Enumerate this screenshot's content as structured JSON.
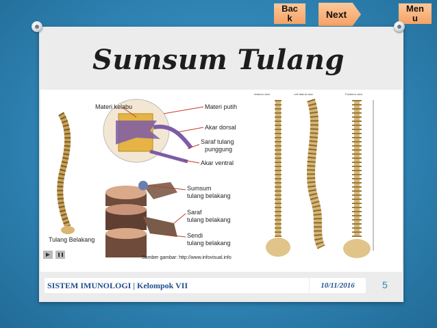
{
  "nav": {
    "back_label": "Back",
    "next_label": "Next",
    "menu_label": "Menu"
  },
  "slide": {
    "title": "Sumsum Tulang",
    "footer_text": "SISTEM IMUNOLOGI | Kelompok VII",
    "date": "10/11/2016",
    "page_number": "5"
  },
  "figure_left": {
    "labels": {
      "materi_kelabu": "Materi kelabu",
      "materi_putih": "Materi putih",
      "akar_dorsal": "Akar dorsal",
      "saraf_tulang": "Saraf tulang",
      "punggung": "punggung",
      "akar_ventral": "Akar ventral",
      "sumsum": "Sumsum",
      "tulang_belakang_1": "tulang belakang",
      "saraf": "Saraf",
      "tulang_belakang_2": "tulang belakang",
      "sendi": "Sendi",
      "tulang_belakang_3": "tulang belakang",
      "tulang_belakang_main": "Tulang Belakang",
      "source": "Sumber gambar: http://www.infovisual.info"
    }
  },
  "figure_right": {
    "views": {
      "anterior": "Anterior view",
      "left_lateral": "Left lateral view",
      "posterior": "Posterior view"
    }
  },
  "colors": {
    "background": "#2f84b4",
    "nav_button": "#f4a266",
    "footer_text": "#1f4f8a"
  }
}
